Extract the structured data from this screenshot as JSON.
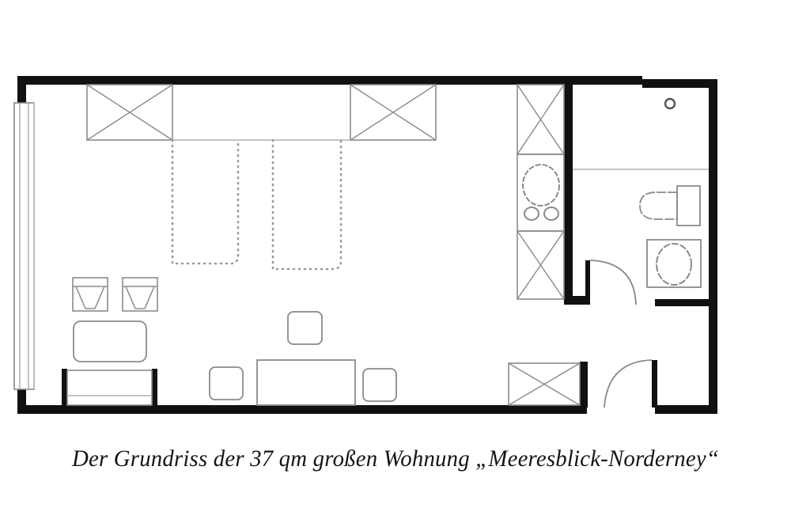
{
  "document": {
    "type": "floor-plan-figure",
    "caption": "Der Grundriss der 37 qm großen Wohnung  „Meeresblick-Norderney“",
    "background_color": "#ffffff",
    "wall_color": "#111111",
    "furniture_line_color": "#8a8a8a",
    "dotted_line_color": "#9a9a9a"
  },
  "plan": {
    "title": "Grundriss Meeresblick-Norderney",
    "area_label": "37 qm",
    "apartment_name": "Meeresblick-Norderney",
    "rooms": [
      {
        "id": "main-room",
        "name": "Wohn-/Schlafraum"
      },
      {
        "id": "kitchenette",
        "name": "Küchenzeile"
      },
      {
        "id": "bathroom",
        "name": "Badezimmer"
      }
    ],
    "elements": {
      "balcony_window": {
        "name": "Fensterfront / Balkontür",
        "side": "links"
      },
      "wardrobe_top_left": {
        "name": "Schrank oben links"
      },
      "wardrobe_top_right": {
        "name": "Schrank oben rechts"
      },
      "wardrobe_kitchen_top": {
        "name": "Oberschrank Küche"
      },
      "wardrobe_kitchen_bottom": {
        "name": "Unterschrank Küche"
      },
      "wardrobe_entry": {
        "name": "Garderobenschrank Eingang"
      },
      "kitchen_sink": {
        "name": "Spüle"
      },
      "cooktop_left": {
        "name": "Kochplatte links"
      },
      "cooktop_right": {
        "name": "Kochplatte rechts"
      },
      "toilet": {
        "name": "WC"
      },
      "washbasin": {
        "name": "Waschbecken"
      },
      "floor_drain": {
        "name": "Bodenablauf"
      },
      "bathroom_door": {
        "name": "Badezimmertür"
      },
      "entrance_door": {
        "name": "Eingangstür"
      },
      "armchair_left": {
        "name": "Sessel links"
      },
      "armchair_right": {
        "name": "Sessel rechts"
      },
      "coffee_table": {
        "name": "Couchtisch"
      },
      "sofa_bench": {
        "name": "Sofa / Bank"
      },
      "dining_table": {
        "name": "Esstisch"
      },
      "stool_left": {
        "name": "Hocker links"
      },
      "stool_center": {
        "name": "Hocker Mitte"
      },
      "stool_right": {
        "name": "Hocker rechts"
      },
      "bed_outline_left": {
        "name": "Bett gestrichelt links"
      },
      "bed_outline_right": {
        "name": "Bett gestrichelt rechts"
      }
    }
  }
}
